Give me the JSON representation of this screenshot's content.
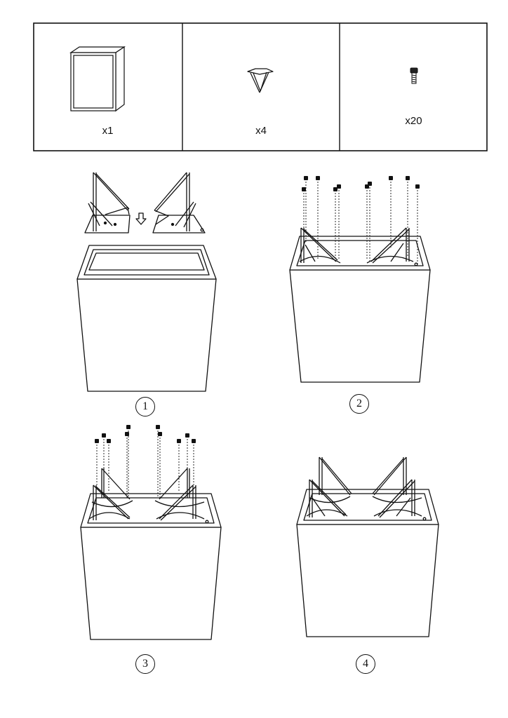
{
  "parts": [
    {
      "name": "cabinet",
      "icon": "cabinet-icon",
      "quantity": "x1"
    },
    {
      "name": "leg",
      "icon": "hairpin-leg-icon",
      "quantity": "x4"
    },
    {
      "name": "screw",
      "icon": "screw-icon",
      "quantity": "x20"
    }
  ],
  "steps": [
    {
      "number": "1"
    },
    {
      "number": "2"
    },
    {
      "number": "3"
    },
    {
      "number": "4"
    }
  ],
  "colors": {
    "line": "#111111",
    "background": "#ffffff"
  }
}
